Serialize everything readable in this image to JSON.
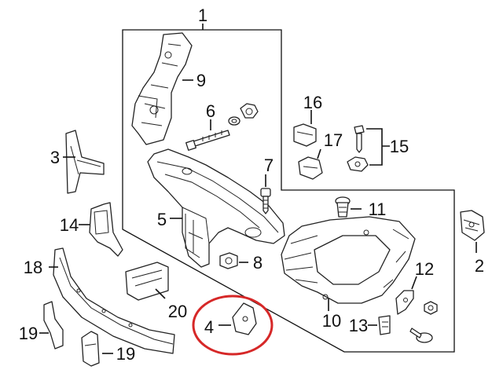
{
  "diagram": {
    "callouts": [
      {
        "id": "c1",
        "text": "1"
      },
      {
        "id": "c2",
        "text": "2"
      },
      {
        "id": "c3",
        "text": "3"
      },
      {
        "id": "c4",
        "text": "4"
      },
      {
        "id": "c5",
        "text": "5"
      },
      {
        "id": "c6",
        "text": "6"
      },
      {
        "id": "c7",
        "text": "7"
      },
      {
        "id": "c8",
        "text": "8"
      },
      {
        "id": "c9",
        "text": "9"
      },
      {
        "id": "c10",
        "text": "10"
      },
      {
        "id": "c11",
        "text": "11"
      },
      {
        "id": "c12",
        "text": "12"
      },
      {
        "id": "c13",
        "text": "13"
      },
      {
        "id": "c14",
        "text": "14"
      },
      {
        "id": "c15",
        "text": "15"
      },
      {
        "id": "c16",
        "text": "16"
      },
      {
        "id": "c17",
        "text": "17"
      },
      {
        "id": "c18",
        "text": "18"
      },
      {
        "id": "c19a",
        "text": "19"
      },
      {
        "id": "c19b",
        "text": "19"
      },
      {
        "id": "c20",
        "text": "20"
      }
    ],
    "highlight": {
      "target": "4",
      "color": "#d62828"
    },
    "colors": {
      "line": "#222222",
      "highlight": "#d62828",
      "background": "#ffffff"
    }
  }
}
